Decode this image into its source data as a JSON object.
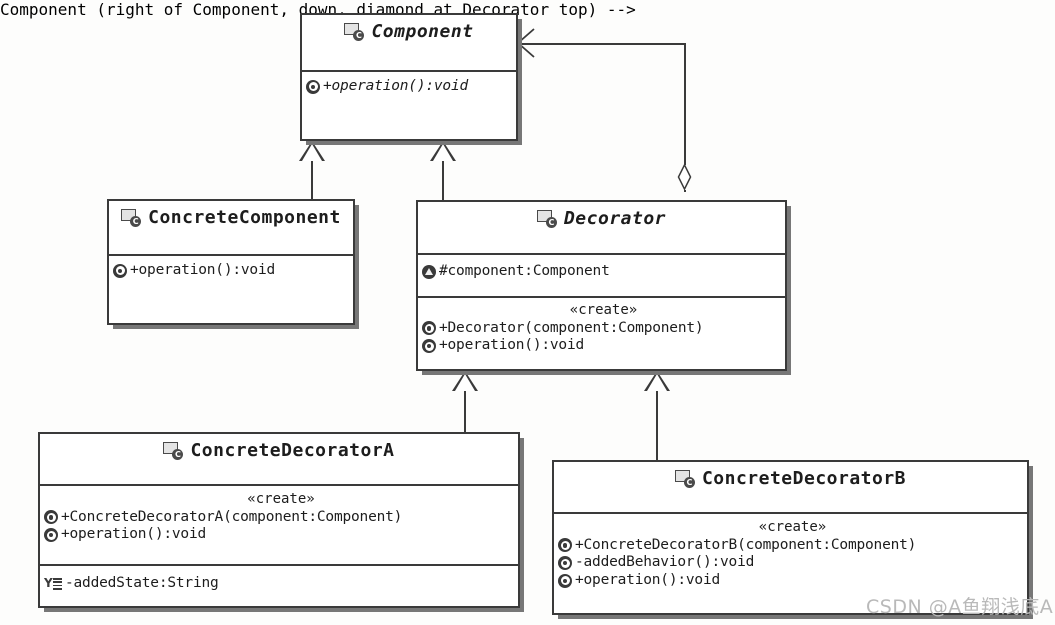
{
  "diagram": {
    "title": "Decorator Pattern UML Class Diagram",
    "type": "uml-class-diagram",
    "background_color": "#fdfdfc",
    "line_color": "#3a3a3a",
    "box_fill": "#ffffff",
    "shadow_color": "#777777"
  },
  "classes": {
    "component": {
      "name": "Component",
      "is_abstract": true,
      "icon": "class-icon",
      "attributes": [],
      "methods": [
        {
          "icon": "method-icon",
          "signature": "+operation():void",
          "is_abstract": true
        }
      ]
    },
    "concrete_component": {
      "name": "ConcreteComponent",
      "is_abstract": false,
      "icon": "class-icon",
      "attributes": [],
      "methods": [
        {
          "icon": "method-icon",
          "signature": "+operation():void",
          "is_abstract": false
        }
      ]
    },
    "decorator": {
      "name": "Decorator",
      "is_abstract": true,
      "icon": "class-icon",
      "attributes": [
        {
          "icon": "protected-attribute-icon",
          "signature": "#component:Component"
        }
      ],
      "stereotype": "«create»",
      "methods": [
        {
          "icon": "method-icon",
          "signature": "+Decorator(component:Component)",
          "is_abstract": false
        },
        {
          "icon": "method-icon",
          "signature": "+operation():void",
          "is_abstract": false
        }
      ]
    },
    "concrete_decorator_a": {
      "name": "ConcreteDecoratorA",
      "is_abstract": false,
      "icon": "class-icon",
      "stereotype": "«create»",
      "methods": [
        {
          "icon": "method-icon",
          "signature": "+ConcreteDecoratorA(component:Component)"
        },
        {
          "icon": "method-icon",
          "signature": "+operation():void"
        }
      ],
      "fields": [
        {
          "icon": "field-icon",
          "signature": "-addedState:String"
        }
      ]
    },
    "concrete_decorator_b": {
      "name": "ConcreteDecoratorB",
      "is_abstract": false,
      "icon": "class-icon",
      "stereotype": "«create»",
      "methods": [
        {
          "icon": "method-icon",
          "signature": "+ConcreteDecoratorB(component:Component)"
        },
        {
          "icon": "method-icon",
          "signature": "-addedBehavior():void"
        },
        {
          "icon": "method-icon",
          "signature": "+operation():void"
        }
      ],
      "fields": []
    }
  },
  "relations": [
    {
      "kind": "generalization",
      "from": "ConcreteComponent",
      "to": "Component"
    },
    {
      "kind": "generalization",
      "from": "Decorator",
      "to": "Component"
    },
    {
      "kind": "generalization",
      "from": "ConcreteDecoratorA",
      "to": "Decorator"
    },
    {
      "kind": "generalization",
      "from": "ConcreteDecoratorB",
      "to": "Decorator"
    },
    {
      "kind": "aggregation",
      "from": "Decorator",
      "to": "Component"
    }
  ],
  "watermark": {
    "text": "CSDN @A鱼翔浅底A"
  }
}
